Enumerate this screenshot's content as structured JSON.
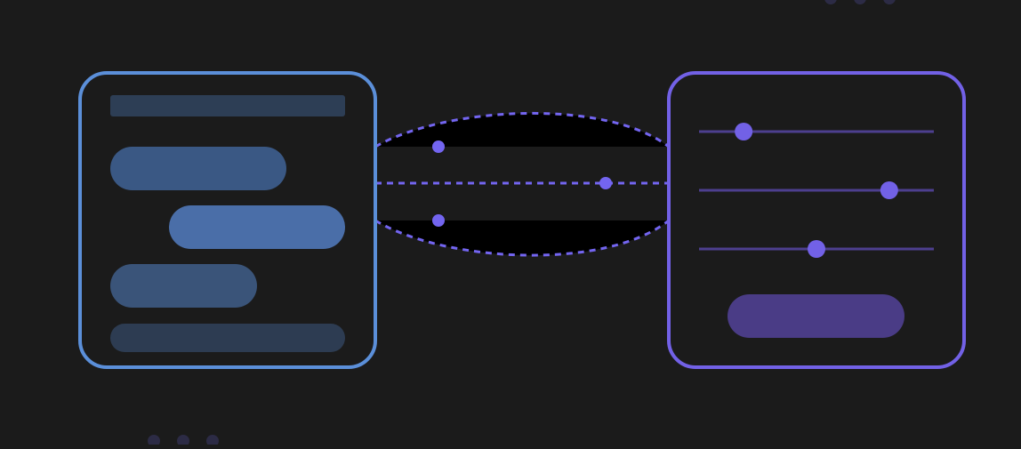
{
  "colors": {
    "background": "#1b1b1b",
    "chat_accent": "#5b8fd9",
    "control_accent": "#7261e6",
    "control_fill": "#4a3c86",
    "slider_track": "#4d3f8f",
    "connector_dot": "#7365f0",
    "dot_muted": "#2c2b45"
  },
  "chat_panel": {
    "icon": "chat-panel-icon",
    "bubbles": [
      {
        "role": "header",
        "align": "full"
      },
      {
        "role": "incoming",
        "align": "left"
      },
      {
        "role": "outgoing",
        "align": "right"
      },
      {
        "role": "incoming",
        "align": "left"
      },
      {
        "role": "input",
        "align": "full"
      }
    ]
  },
  "connector": {
    "icon": "dashed-link-icon",
    "paths": [
      "upper-arc",
      "middle-line",
      "lower-arc"
    ]
  },
  "control_panel": {
    "icon": "settings-panel-icon",
    "sliders": [
      {
        "name": "slider-1",
        "value": 0.19
      },
      {
        "name": "slider-2",
        "value": 0.81
      },
      {
        "name": "slider-3",
        "value": 0.5
      }
    ],
    "button_icon": "submit-button-icon"
  },
  "decorations": {
    "top_dots_count": 3,
    "bottom_dots_count": 3
  }
}
